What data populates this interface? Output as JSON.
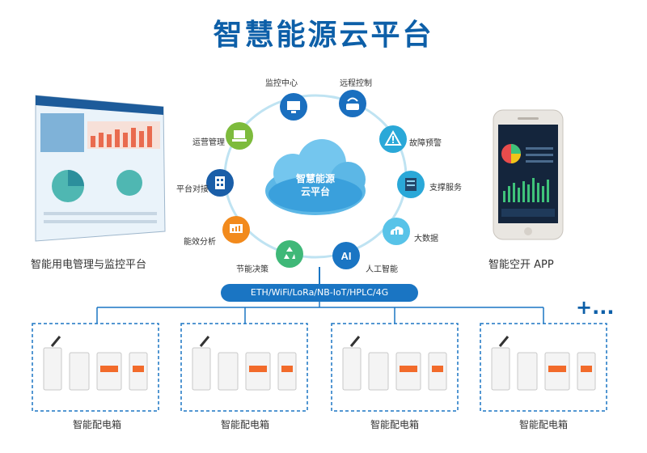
{
  "title": "智慧能源云平台",
  "cloud": {
    "line1": "智慧能源",
    "line2": "云平台"
  },
  "nodes": [
    {
      "label": "监控中心",
      "color": "#1a6fbf",
      "icon": "monitor-icon"
    },
    {
      "label": "远程控制",
      "color": "#1a6fbf",
      "icon": "remote-icon"
    },
    {
      "label": "故障预警",
      "color": "#2aa8d8",
      "icon": "warning-icon"
    },
    {
      "label": "支撑服务",
      "color": "#2aa8d8",
      "icon": "server-icon"
    },
    {
      "label": "大数据",
      "color": "#58c3e8",
      "icon": "data-cloud-icon"
    },
    {
      "label": "人工智能",
      "color": "#1a75c3",
      "icon": "ai-icon"
    },
    {
      "label": "节能决策",
      "color": "#3fb878",
      "icon": "recycle-icon"
    },
    {
      "label": "能效分析",
      "color": "#f28a1c",
      "icon": "analysis-icon"
    },
    {
      "label": "平台对接",
      "color": "#1a5ea8",
      "icon": "building-icon"
    },
    {
      "label": "运营管理",
      "color": "#7dbb3c",
      "icon": "laptop-icon"
    }
  ],
  "left_label": "智能用电管理与监控平台",
  "right_label": "智能空开 APP",
  "network": "ETH/WiFi/LoRa/NB-IoT/HPLC/4G",
  "more": "+...",
  "boxes": [
    {
      "label": "智能配电箱"
    },
    {
      "label": "智能配电箱"
    },
    {
      "label": "智能配电箱"
    },
    {
      "label": "智能配电箱"
    }
  ]
}
